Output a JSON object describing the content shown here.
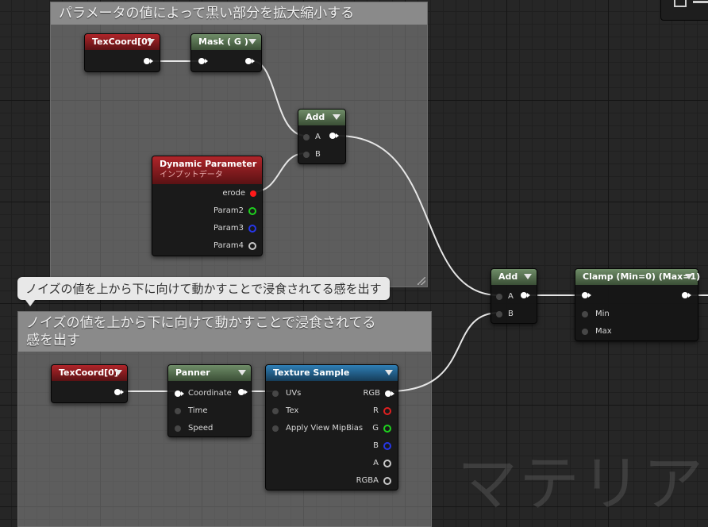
{
  "comments": [
    {
      "id": "top",
      "title": "パラメータの値によって黒い部分を拡大縮小する"
    },
    {
      "id": "bottom",
      "title_line1": "ノイズの値を上から下に向けて動かすことで浸食されてる",
      "title_line2": "感を出す",
      "bubble": "ノイズの値を上から下に向けて動かすことで浸食されてる感を出す"
    }
  ],
  "nodes": {
    "texcoord_top": {
      "title": "TexCoord[0]",
      "color": "#a0242a"
    },
    "mask_g": {
      "title": "Mask ( G )"
    },
    "add_top": {
      "title": "Add",
      "pins_in": [
        "A",
        "B"
      ]
    },
    "dynamic_param": {
      "title": "Dynamic Parameter",
      "subtitle": "インプットデータ",
      "outputs": [
        "erode",
        "Param2",
        "Param3",
        "Param4"
      ]
    },
    "add_right": {
      "title": "Add",
      "pins_in": [
        "A",
        "B"
      ]
    },
    "clamp": {
      "title": "Clamp (Min=0) (Max=1)",
      "pins_in": [
        "Min",
        "Max"
      ]
    },
    "texcoord_bottom": {
      "title": "TexCoord[0]"
    },
    "panner": {
      "title": "Panner",
      "pins_in": [
        "Coordinate",
        "Time",
        "Speed"
      ]
    },
    "texture_sample": {
      "title": "Texture Sample",
      "pins_in": [
        "UVs",
        "Tex",
        "Apply View MipBias"
      ],
      "outputs": [
        "RGB",
        "R",
        "G",
        "B",
        "A",
        "RGBA"
      ]
    }
  },
  "watermark": "マテリアル",
  "colors": {
    "wire": "#e6e6e6",
    "header_red": "#a0242a",
    "header_green": "#5e7a58",
    "header_blue": "#2a6e9e"
  }
}
